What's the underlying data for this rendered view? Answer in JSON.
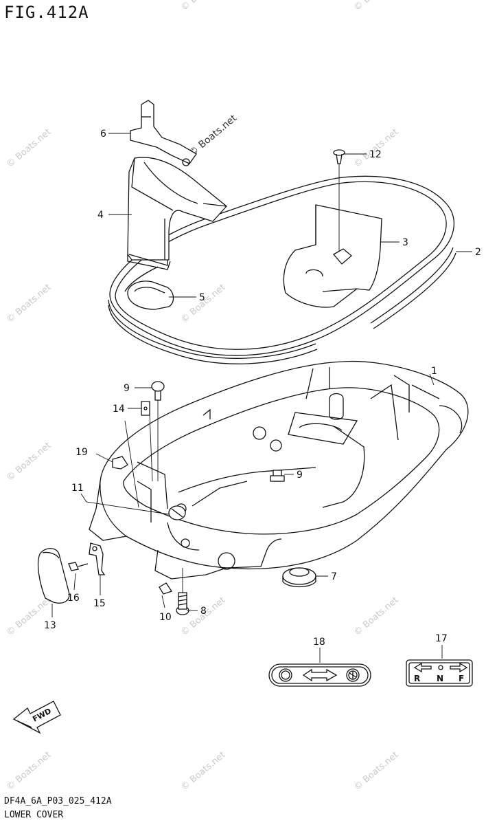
{
  "figure": {
    "title": "FIG.412A",
    "code": "DF4A_6A_P03_025_412A",
    "caption": "LOWER COVER"
  },
  "watermark": {
    "text": "© Boats.net",
    "color": "#c9c9c9"
  },
  "callouts": [
    "1",
    "2",
    "3",
    "4",
    "5",
    "6",
    "7",
    "8",
    "9",
    "9",
    "10",
    "11",
    "12",
    "13",
    "14",
    "15",
    "16",
    "17",
    "18",
    "19"
  ],
  "decals": {
    "shift": {
      "r": "R",
      "n": "N",
      "f": "F"
    },
    "fwd": "FWD"
  }
}
